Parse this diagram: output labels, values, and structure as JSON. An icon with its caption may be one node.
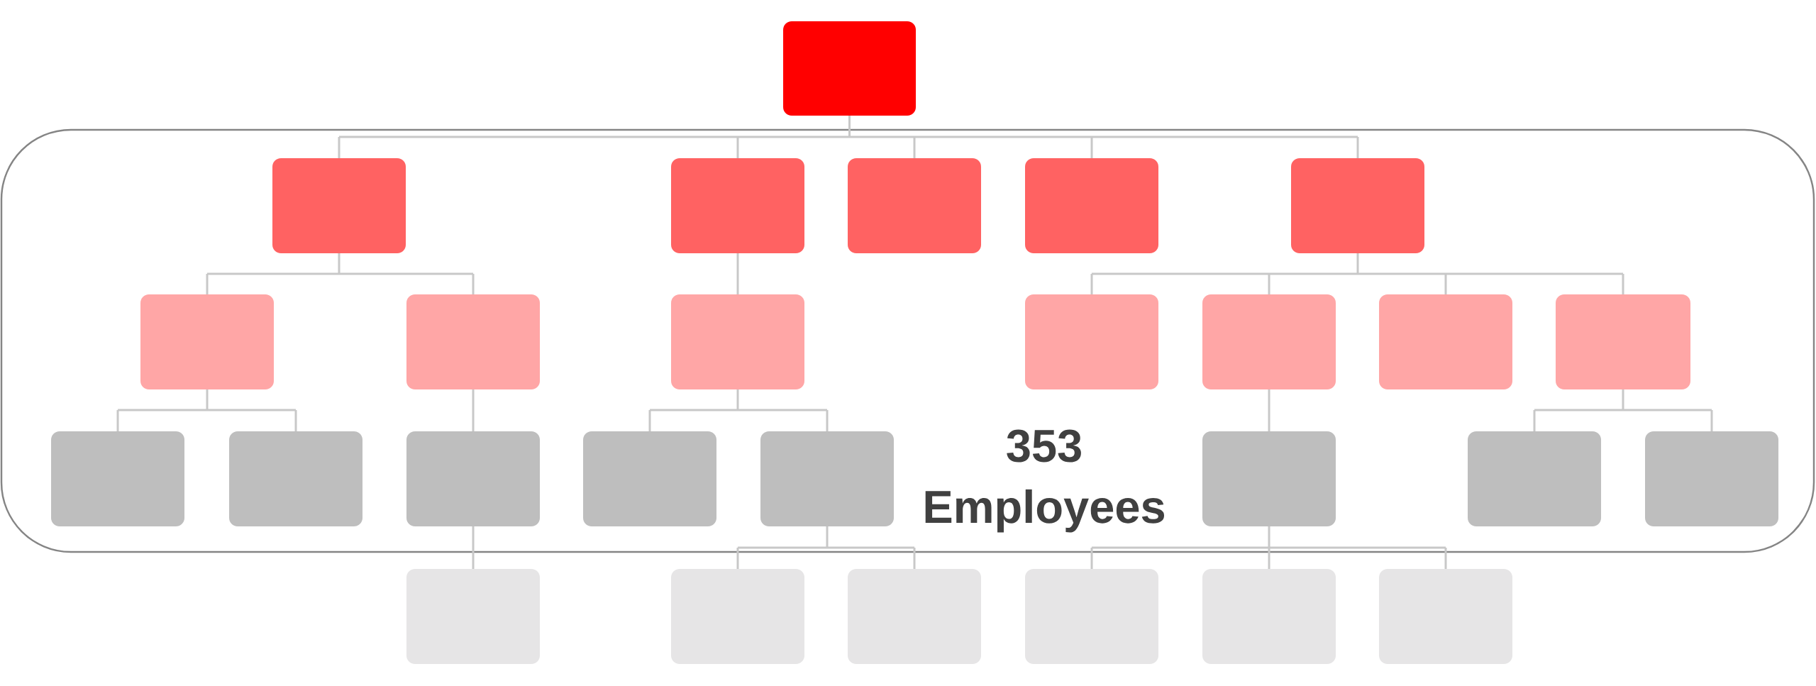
{
  "diagram": {
    "nodes": [
      {
        "text": [],
        "shape": "box"
      },
      {
        "text": [
          "353 Employees"
        ]
      },
      {
        "text": [],
        "shape": "box",
        "in": 1
      },
      {
        "text": [],
        "shape": "box",
        "in": 1
      },
      {
        "text": [],
        "shape": "box",
        "in": 1
      },
      {
        "text": [],
        "shape": "box",
        "in": 1
      },
      {
        "text": [],
        "shape": "box",
        "in": 1
      },
      {
        "text": [],
        "shape": "box",
        "in": 1
      },
      {
        "text": [],
        "shape": "box",
        "in": 1
      },
      {
        "text": [],
        "shape": "box",
        "in": 1
      },
      {
        "text": [],
        "shape": "box",
        "in": 1
      },
      {
        "text": [],
        "shape": "box",
        "in": 1
      },
      {
        "text": [],
        "shape": "box",
        "in": 1
      },
      {
        "text": [],
        "shape": "box",
        "in": 1
      },
      {
        "text": [],
        "shape": "box",
        "in": 1
      },
      {
        "text": [],
        "shape": "box",
        "in": 1
      },
      {
        "text": [],
        "shape": "box",
        "in": 1
      },
      {
        "text": [],
        "shape": "box",
        "in": 1
      },
      {
        "text": [],
        "shape": "box",
        "in": 1
      },
      {
        "text": [],
        "shape": "box",
        "in": 1
      },
      {
        "text": [],
        "shape": "box",
        "in": 1
      },
      {
        "text": [],
        "shape": "box",
        "in": 1
      },
      {
        "text": [],
        "shape": "box"
      },
      {
        "text": [],
        "shape": "box"
      },
      {
        "text": [],
        "shape": "box"
      },
      {
        "text": [],
        "shape": "box"
      },
      {
        "text": [],
        "shape": "box"
      },
      {
        "text": [],
        "shape": "box"
      }
    ],
    "edges": [
      {
        "from": 0,
        "to": 2,
        "arrow": "none"
      },
      {
        "from": 0,
        "to": 3,
        "arrow": "none"
      },
      {
        "from": 0,
        "to": 4,
        "arrow": "none"
      },
      {
        "from": 0,
        "to": 5,
        "arrow": "none"
      },
      {
        "from": 0,
        "to": 6,
        "arrow": "none"
      },
      {
        "from": 2,
        "to": 7,
        "arrow": "none"
      },
      {
        "from": 2,
        "to": 8,
        "arrow": "none"
      },
      {
        "from": 3,
        "to": 9,
        "arrow": "none"
      },
      {
        "from": 6,
        "to": 10,
        "arrow": "none"
      },
      {
        "from": 6,
        "to": 11,
        "arrow": "none"
      },
      {
        "from": 6,
        "to": 12,
        "arrow": "none"
      },
      {
        "from": 6,
        "to": 13,
        "arrow": "none"
      },
      {
        "from": 7,
        "to": 14,
        "arrow": "none"
      },
      {
        "from": 7,
        "to": 15,
        "arrow": "none"
      },
      {
        "from": 8,
        "to": 16,
        "arrow": "none"
      },
      {
        "from": 9,
        "to": 17,
        "arrow": "none"
      },
      {
        "from": 9,
        "to": 18,
        "arrow": "none"
      },
      {
        "from": 11,
        "to": 19,
        "arrow": "none"
      },
      {
        "from": 13,
        "to": 20,
        "arrow": "none"
      },
      {
        "from": 13,
        "to": 21,
        "arrow": "none"
      },
      {
        "from": 16,
        "to": 22,
        "arrow": "none"
      },
      {
        "from": 18,
        "to": 23,
        "arrow": "none"
      },
      {
        "from": 18,
        "to": 24,
        "arrow": "none"
      },
      {
        "from": 19,
        "to": 25,
        "arrow": "none"
      },
      {
        "from": 19,
        "to": 26,
        "arrow": "none"
      },
      {
        "from": 19,
        "to": 27,
        "arrow": "none"
      }
    ]
  }
}
